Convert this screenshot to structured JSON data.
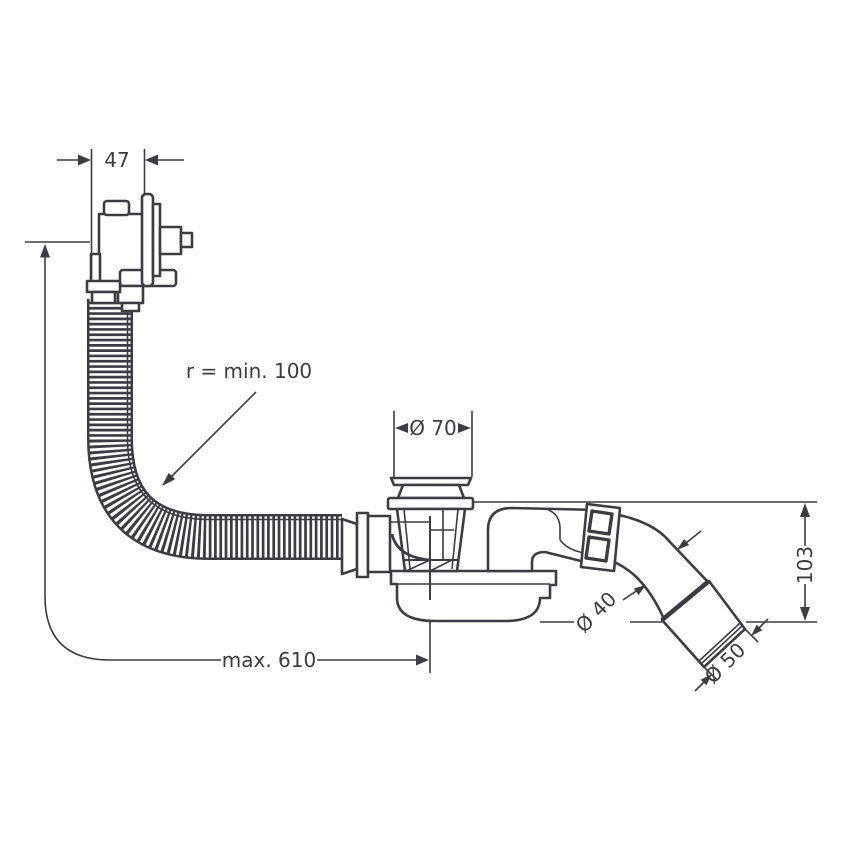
{
  "drawing": {
    "kind": "technical line drawing",
    "labels": {
      "overflow_width": "47",
      "hose_bend_radius": "r = min. 100",
      "waste_flange_diameter": "Ø 70",
      "outlet_pipe_diameter": "Ø 40",
      "outlet_sleeve_diameter": "Ø 50",
      "outlet_height": "103",
      "max_hose_length": "max. 610"
    },
    "colors": {
      "line": "#3c3c45",
      "background": "#ffffff"
    }
  }
}
